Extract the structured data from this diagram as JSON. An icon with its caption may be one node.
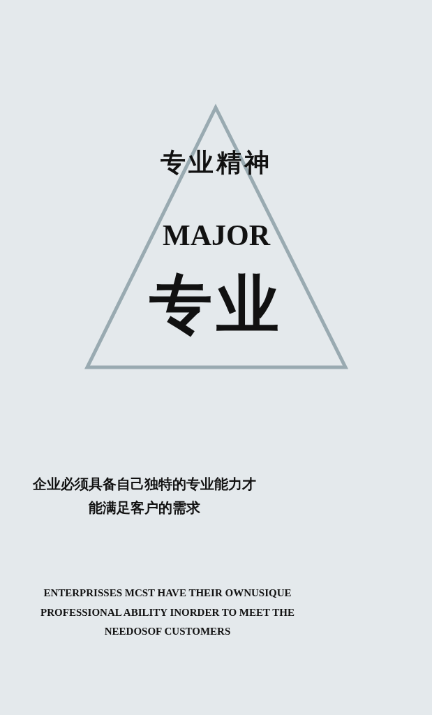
{
  "diagram": {
    "nodes": [
      {
        "text": [
          "专业精神",
          "MAJOR",
          "专业"
        ]
      }
    ],
    "edges": [],
    "labels": [
      "企业必须具备自己独特的专业能力才能满足客户的需求",
      "ENTERPRISSES MCST HAVE THEIR OWNUSIQUE PROFESSIONAL ABILITY INORDER TO MEET THE NEEDOSOF CUSTOMERS"
    ]
  }
}
